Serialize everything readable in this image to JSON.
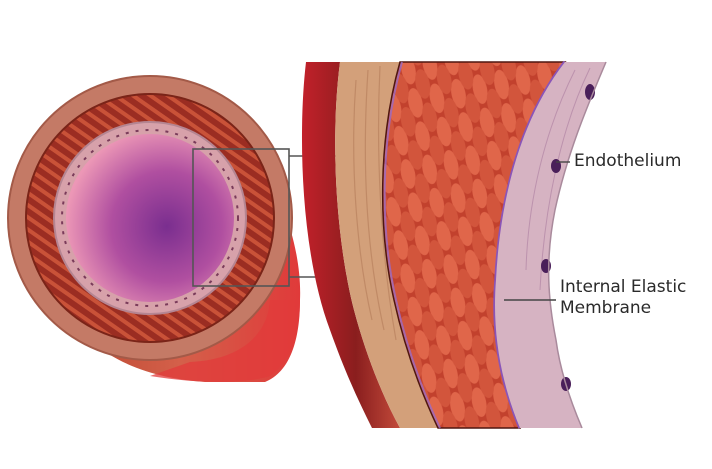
{
  "labels": {
    "endothelium": "Endothelium",
    "internal_elastic_line1": "Internal Elastic",
    "internal_elastic_line2": "Membrane"
  },
  "colors": {
    "adventitia": "#c9826f",
    "media_muscle": "#b53a2a",
    "media_dark": "#5a1b12",
    "intima": "#d99aa3",
    "lumen_pink": "#e98fb0",
    "lumen_purple": "#8a3a9a",
    "elastic_membrane": "#8a55b8",
    "endothelial_nucleus": "#4a1f5a",
    "outer_red": "#c81e2a",
    "leader_line": "#555555"
  }
}
